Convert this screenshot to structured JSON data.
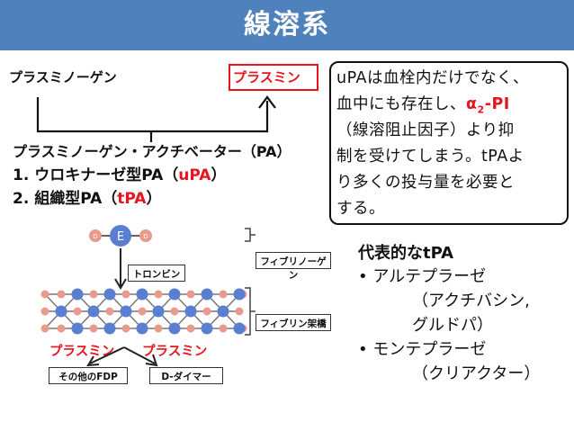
{
  "title": "線溶系",
  "top_left": {
    "plasminogen": "プラスミノーゲン",
    "plasmin": "プラスミン",
    "activator": "プラスミノーゲン・アクチベーター（PA）",
    "item1_prefix": "1.  ウロキナーゼ型PA（",
    "item1_abbr": "uPA",
    "item1_suffix": "）",
    "item2_prefix": "2.  組織型PA（",
    "item2_abbr": "tPA",
    "item2_suffix": "）"
  },
  "callout": {
    "line1": "uPAは血栓内だけでなく、",
    "line2_a": "血中にも存在し、",
    "line2_b": "α",
    "line2_sub": "2",
    "line2_c": "-PI",
    "line3": "（線溶阻止因子）より抑",
    "line4": "制を受けてしまう。tPAよ",
    "line5": "り多くの投与量を必要と",
    "line6": "する。"
  },
  "diagram": {
    "node_label": "E",
    "node_label_left": "D",
    "node_label_right": "D",
    "thrombin": "トロンビン",
    "fibrinogen": "フィブリノーゲン",
    "fibrin_crosslink": "フィブリン架橋",
    "plasmin_left": "プラスミン",
    "plasmin_right": "プラスミン",
    "other_fdp": "その他のFDP",
    "d_dimer": "D-ダイマー"
  },
  "right_list": {
    "heading": "代表的なtPA",
    "item1": "アルテプラーゼ",
    "item1_sub1": "（アクチバシン,",
    "item1_sub2": "グルドパ）",
    "item2": "モンテプラーゼ",
    "item2_sub": "（クリアクター）",
    "bullet": "•"
  },
  "colors": {
    "title_bar": "#4f81bd",
    "accent_red": "#e8141e",
    "node_blue": "#5b7fd0",
    "node_pink": "#e89b8b"
  }
}
